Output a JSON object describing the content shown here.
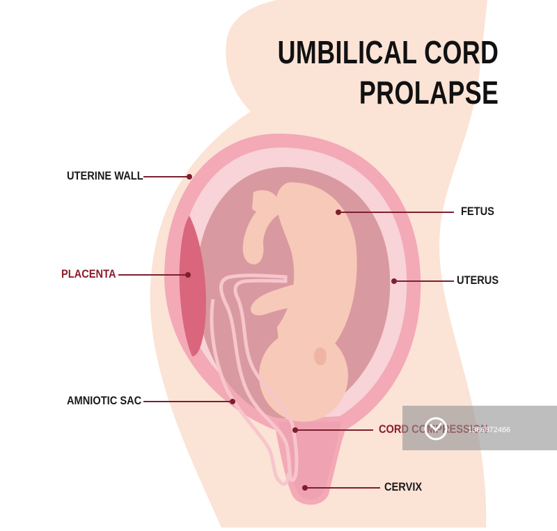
{
  "title": {
    "line1": "UMBILICAL CORD",
    "line2": "PROLAPSE"
  },
  "labels": {
    "uterine_wall": "UTERINE WALL",
    "placenta": "PLACENTA",
    "amniotic_sac": "AMNIOTIC SAC",
    "fetus": "FETUS",
    "uterus": "UTERUS",
    "cord_compression": "CORD COMPRESSION",
    "cervix": "CERVIX"
  },
  "watermark": {
    "id": "1386872466"
  },
  "colors": {
    "skin": "#fbe3d6",
    "uterus_wall": "#f3a9b6",
    "uterus_inner": "#f8d3d8",
    "cavity": "#d89aa0",
    "fetus": "#f7c9b8",
    "placenta": "#d9667c",
    "cord": "#f6c6cc",
    "leader_line": "#7d1f2e",
    "accent_label": "#8a1c2b"
  }
}
